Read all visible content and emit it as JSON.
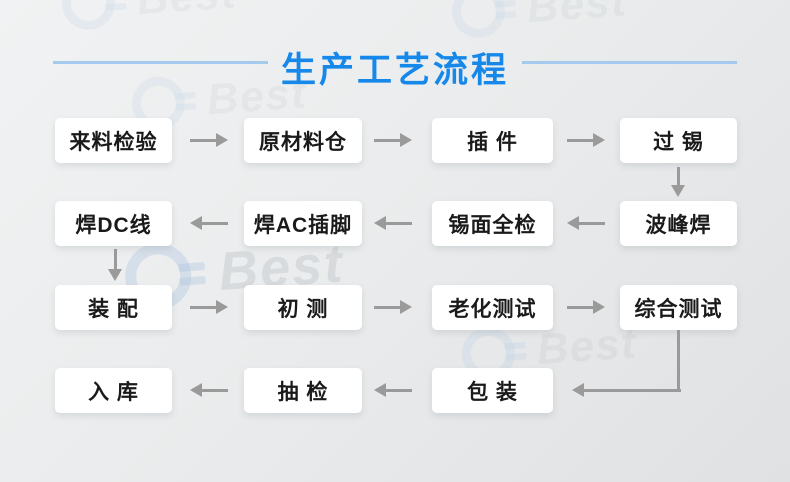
{
  "page": {
    "title": "生产工艺流程"
  },
  "watermark": {
    "text": "Best"
  },
  "colors": {
    "accent": "#1688ea",
    "title_line": "#a6c9ee",
    "arrow": "#9a9a9a",
    "box_bg": "#ffffff",
    "box_text": "#1a1a1a"
  },
  "steps": [
    {
      "label": "来料检验"
    },
    {
      "label": "原材料仓"
    },
    {
      "label": "插 件"
    },
    {
      "label": "过 锡"
    },
    {
      "label": "焊DC线"
    },
    {
      "label": "焊AC插脚"
    },
    {
      "label": "锡面全检"
    },
    {
      "label": "波峰焊"
    },
    {
      "label": "装 配"
    },
    {
      "label": "初 测"
    },
    {
      "label": "老化测试"
    },
    {
      "label": "综合测试"
    },
    {
      "label": "入 库"
    },
    {
      "label": "抽 检"
    },
    {
      "label": "包 装"
    }
  ]
}
